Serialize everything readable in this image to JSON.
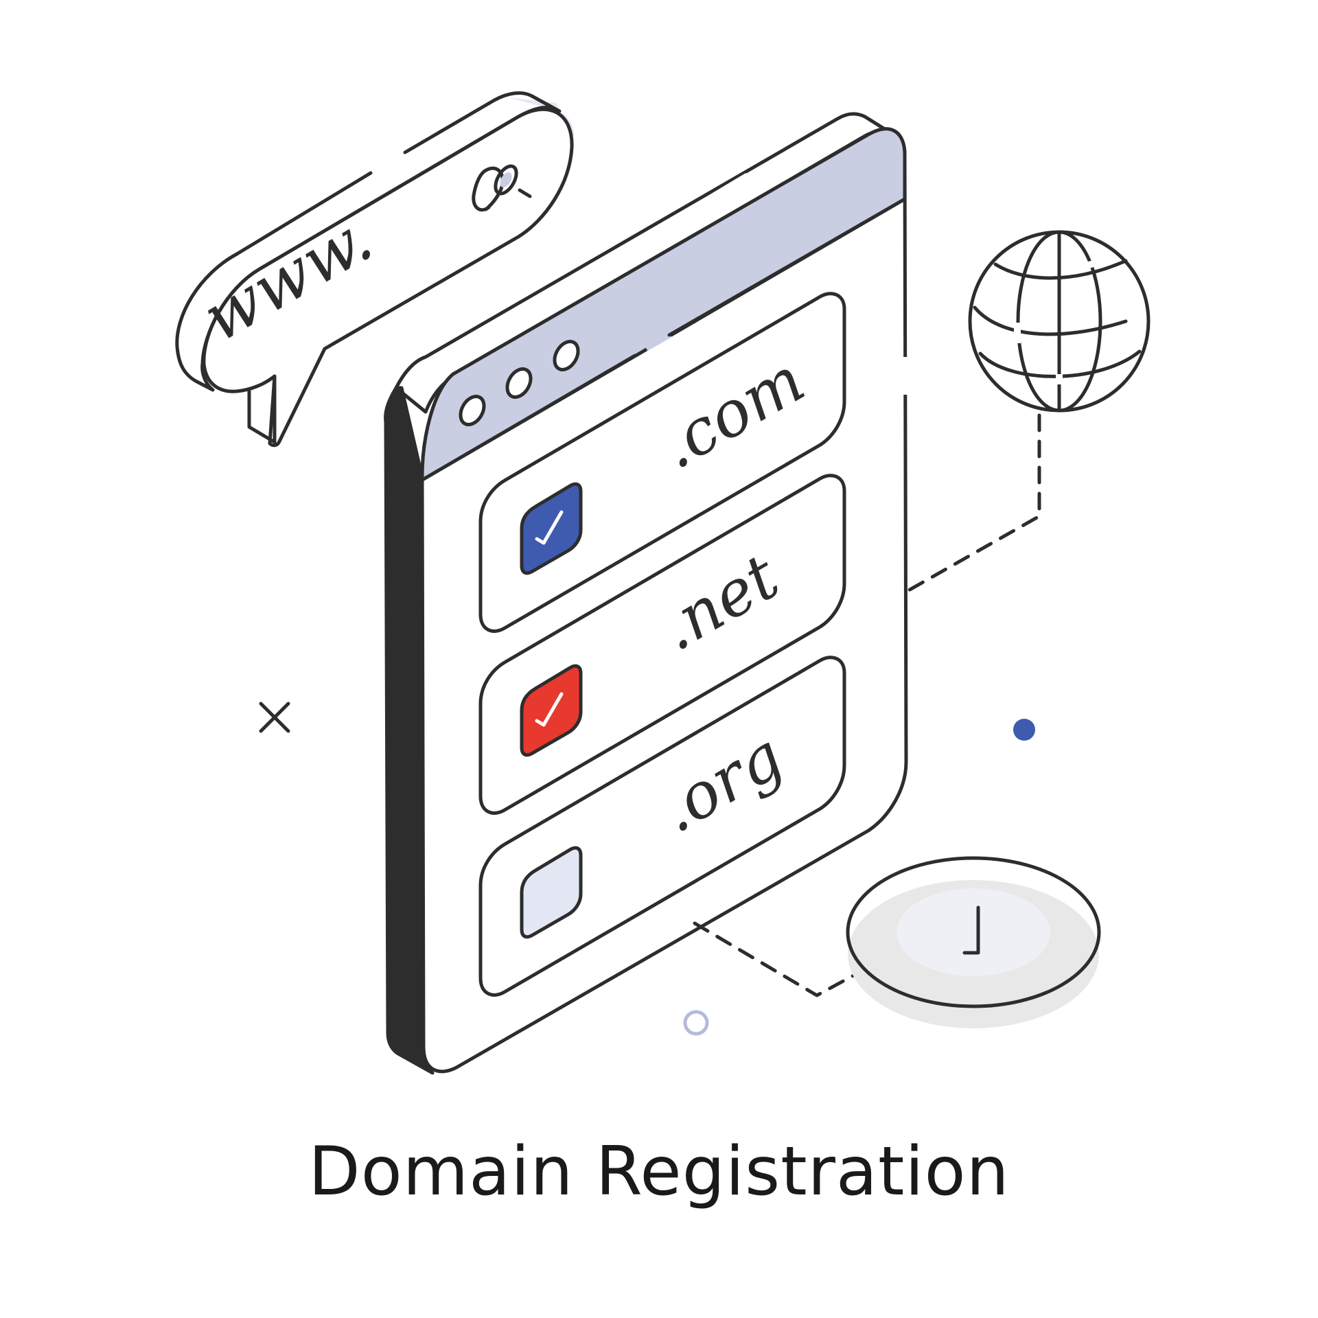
{
  "illustration": {
    "url_prefix": "www.",
    "domains": [
      {
        "label": ".com",
        "checked": true,
        "checkbox_color": "#3f5bb0"
      },
      {
        "label": ".net",
        "checked": true,
        "checkbox_color": "#e8392f"
      },
      {
        "label": ".org",
        "checked": false,
        "checkbox_color": "#e3e7f3"
      }
    ],
    "colors": {
      "outline": "#2d2d2d",
      "accent_light": "#c9cee3",
      "accent_blue": "#3f5bb0",
      "accent_red": "#e8392f",
      "button_face": "#eef0f6"
    },
    "icons": [
      "search-icon",
      "globe-icon",
      "cursor-button-icon",
      "close-x-icon",
      "dot-icon",
      "ring-icon"
    ]
  },
  "caption": "Domain Registration"
}
